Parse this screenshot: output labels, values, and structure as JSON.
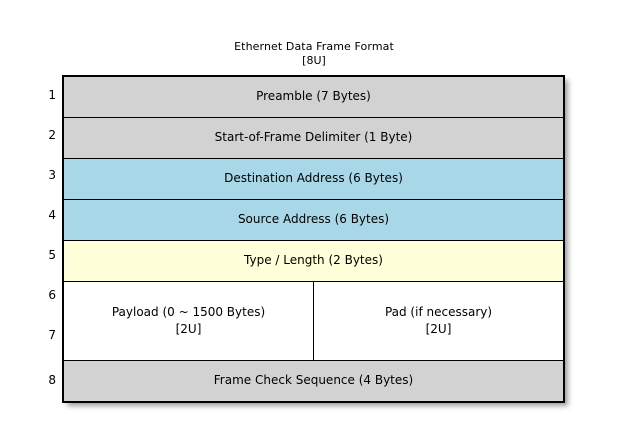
{
  "title": {
    "main": "Ethernet Data Frame Format",
    "sub": "[8U]"
  },
  "colors": {
    "gray": "#d2d2d2",
    "blue": "#a8d8e8",
    "yellow": "#ffffd9",
    "white": "#ffffff",
    "border": "#000000"
  },
  "row_numbers": [
    "1",
    "2",
    "3",
    "4",
    "5",
    "6",
    "7",
    "8"
  ],
  "rows": [
    {
      "number": "1",
      "label": "Preamble (7 Bytes)",
      "fill": "gray"
    },
    {
      "number": "2",
      "label": "Start-of-Frame Delimiter (1 Byte)",
      "fill": "gray"
    },
    {
      "number": "3",
      "label": "Destination Address (6 Bytes)",
      "fill": "blue"
    },
    {
      "number": "4",
      "label": "Source Address (6 Bytes)",
      "fill": "blue"
    },
    {
      "number": "5",
      "label": "Type / Length (2 Bytes)",
      "fill": "yellow"
    },
    {
      "number": "6-7",
      "fill": "white",
      "split": true,
      "left": {
        "label": "Payload (0 ~ 1500 Bytes)",
        "sub": "[2U]"
      },
      "right": {
        "label": "Pad (if necessary)",
        "sub": "[2U]"
      }
    },
    {
      "number": "8",
      "label": "Frame Check Sequence (4 Bytes)",
      "fill": "gray"
    }
  ]
}
